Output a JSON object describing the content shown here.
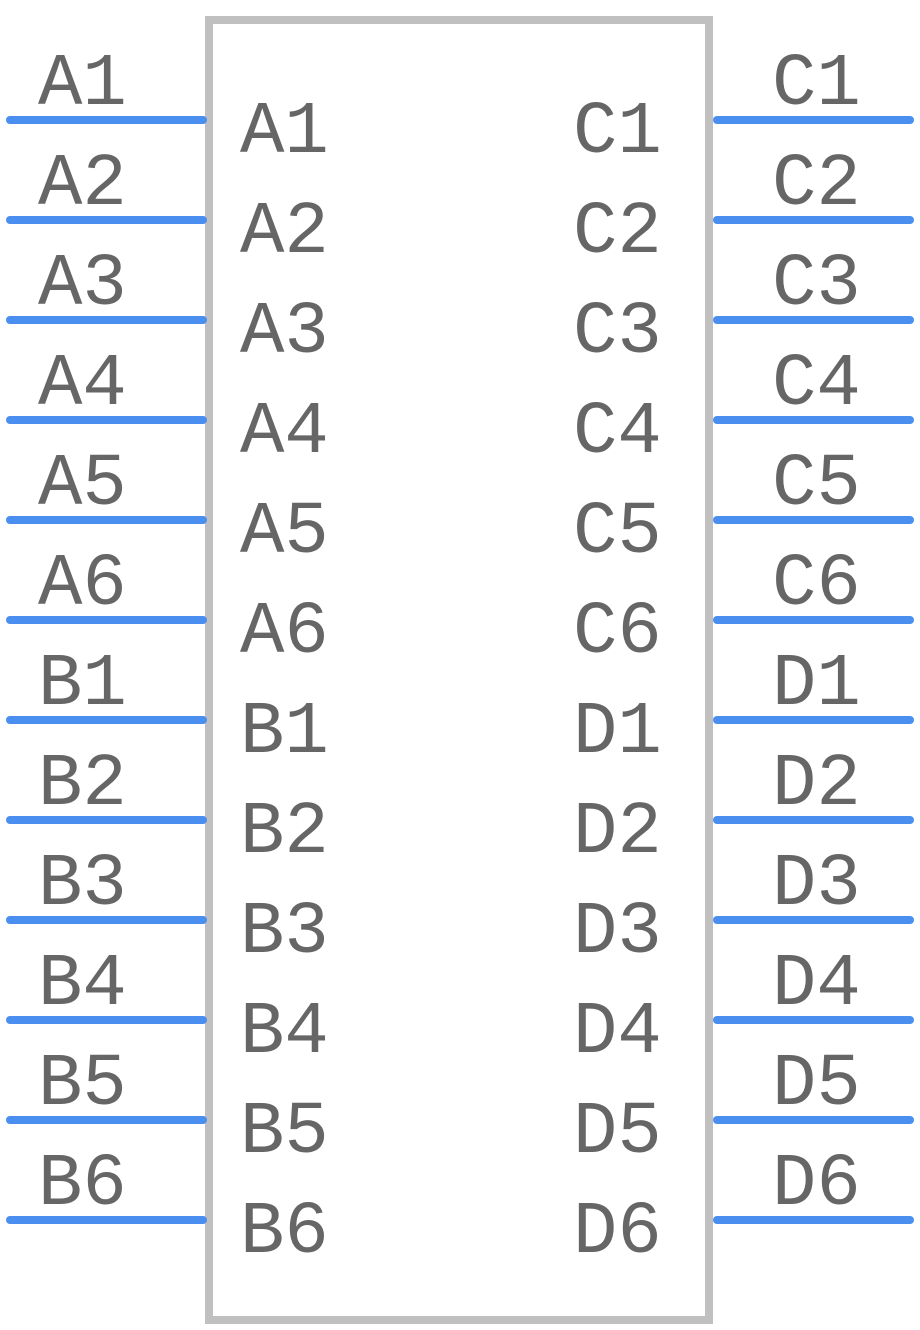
{
  "colors": {
    "pin": "#4a8ef0",
    "body_outline": "#c0c0c0",
    "text": "#666666",
    "background": "#ffffff"
  },
  "component": {
    "left_pins": [
      "A1",
      "A2",
      "A3",
      "A4",
      "A5",
      "A6",
      "B1",
      "B2",
      "B3",
      "B4",
      "B5",
      "B6"
    ],
    "right_pins": [
      "C1",
      "C2",
      "C3",
      "C4",
      "C5",
      "C6",
      "D1",
      "D2",
      "D3",
      "D4",
      "D5",
      "D6"
    ]
  }
}
